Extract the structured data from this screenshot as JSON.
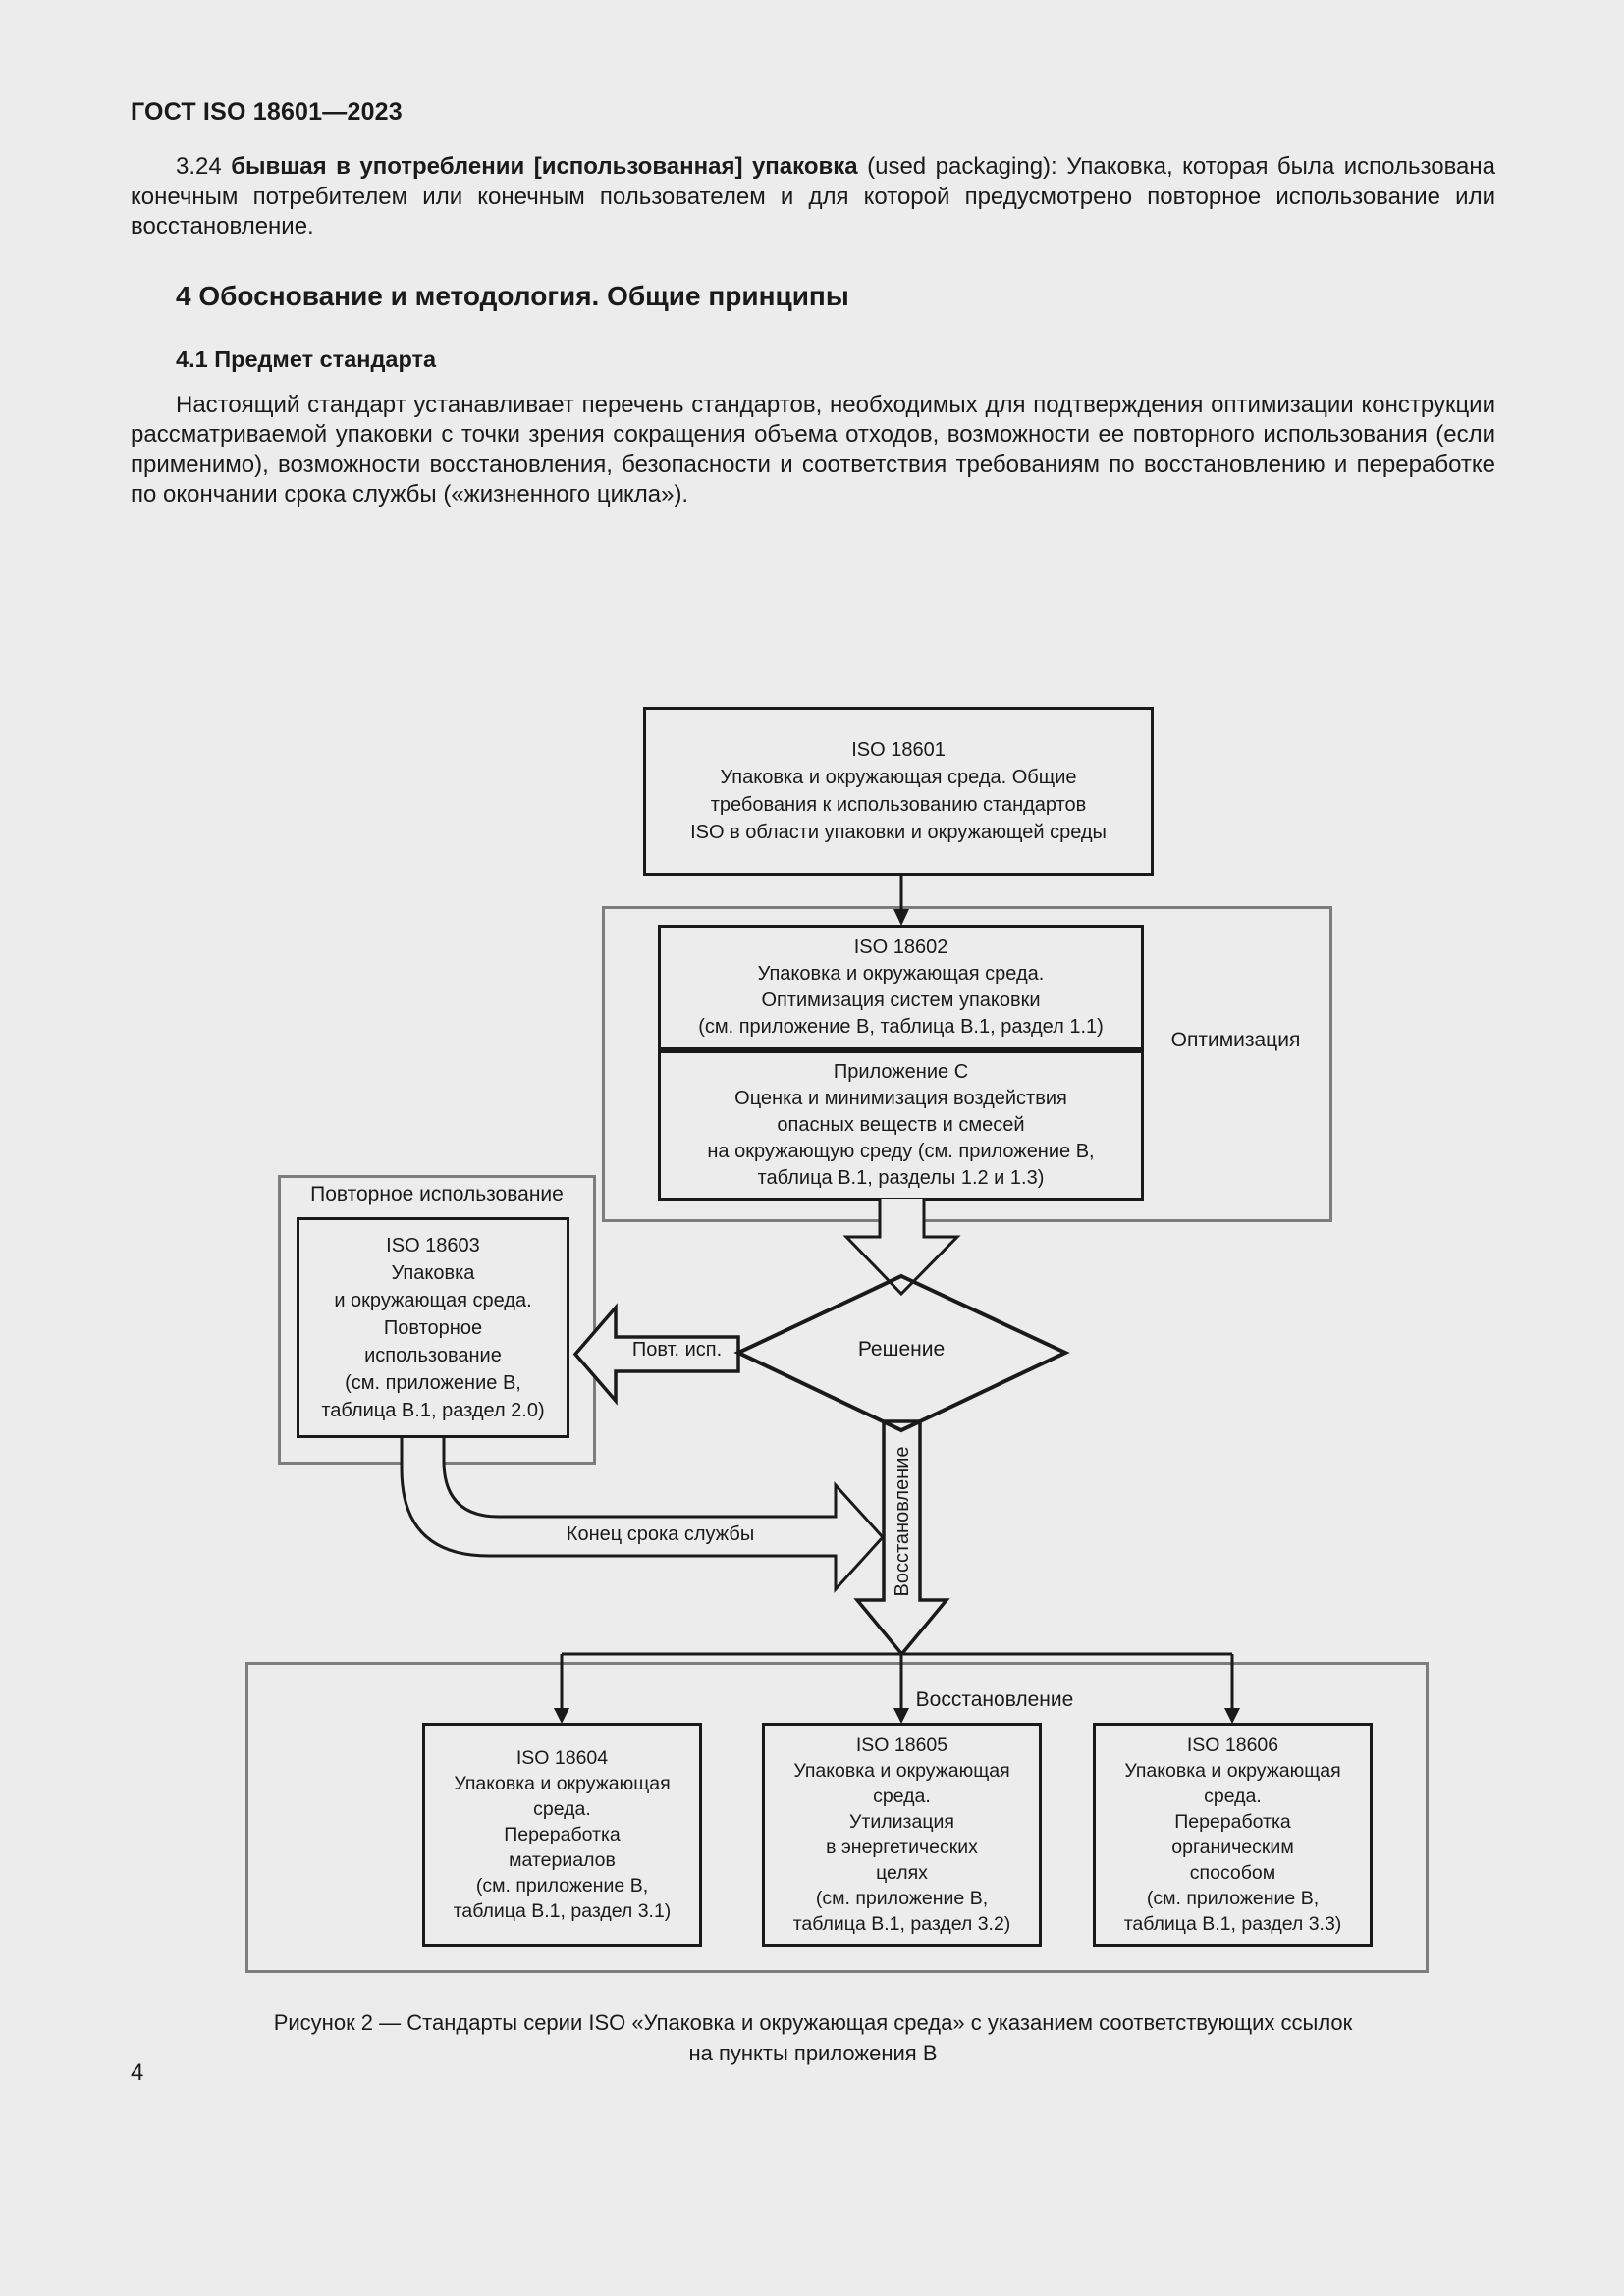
{
  "page": {
    "header": "ГОСТ ISO 18601—2023",
    "page_number": "4"
  },
  "para_3_24": {
    "number": "3.24",
    "term": " бывшая в употреблении [использованная] упаковка",
    "rest": " (used packaging): Упаковка, которая была использована конечным потребителем или конечным пользователем и для которой предусмотрено повторное использование или восстановление."
  },
  "section4": {
    "heading": "4 Обоснование и методология. Общие принципы",
    "subheading": "4.1 Предмет стандарта",
    "body": "Настоящий стандарт устанавливает перечень стандартов, необходимых для подтверждения оптимизации конструкции рассматриваемой упаковки с точки зрения сокращения объема отходов, возможности ее повторного использования (если применимо), возможности восстановления, безопасности и соответствия требованиям по восстановлению и переработке по окончании срока службы («жизненного цикла»)."
  },
  "diagram": {
    "iso18601": "ISO 18601\nУпаковка и окружающая среда. Общие\nтребования к использованию стандартов\nISO в области упаковки и окружающей среды",
    "iso18602": "ISO 18602\nУпаковка и окружающая среда.\nОптимизация систем упаковки\n(см. приложение B, таблица B.1, раздел 1.1)",
    "annex_c": "Приложение C\nОценка и минимизация воздействия\nопасных веществ и смесей\nна окружающую среду (см. приложение B,\nтаблица B.1, разделы 1.2 и 1.3)",
    "optimization_label": "Оптимизация",
    "reuse_group_label": "Повторное использование",
    "iso18603": "ISO 18603\nУпаковка\nи окружающая среда.\nПовторное\nиспользование\n(см. приложение B,\nтаблица B.1, раздел 2.0)",
    "decision": "Решение",
    "reuse_arrow_label": "Повт. исп.",
    "end_of_life_label": "Конец срока службы",
    "recovery_arrow_label": "Восстановление",
    "recovery_group_label": "Восстановление",
    "iso18604": "ISO 18604\nУпаковка и окружающая\nсреда.\nПереработка\nматериалов\n(см. приложение B,\nтаблица B.1, раздел  3.1)",
    "iso18605": "ISO 18605\nУпаковка и окружающая\nсреда.\nУтилизация\nв энергетических\nцелях\n(см. приложение B,\nтаблица B.1, раздел 3.2)",
    "iso18606": "ISO 18606\nУпаковка и окружающая\nсреда.\nПереработка\nорганическим\nспособом\n(см. приложение B,\nтаблица B.1, раздел 3.3)"
  },
  "figure": {
    "caption": "Рисунок 2 — Стандарты серии ISO «Упаковка и окружающая среда» с указанием соответствующих ссылок\nна пункты приложения B"
  },
  "colors": {
    "background": "#ececec",
    "ink": "#1a1a1a",
    "group_border": "#7d7d7d"
  }
}
